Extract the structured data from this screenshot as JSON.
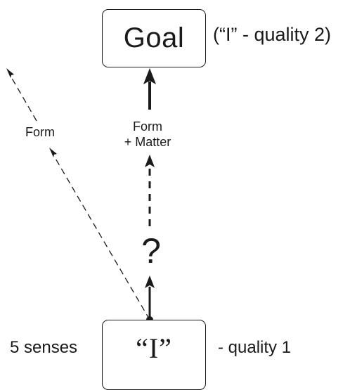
{
  "goal": {
    "title": "Goal",
    "note": "(“I”  - quality 2)"
  },
  "self": {
    "title": "“I”",
    "note": "- quality 1",
    "senses": "5 senses"
  },
  "arrows": {
    "left_label": "Form",
    "up_label_line1": "Form",
    "up_label_line2": "+ Matter",
    "question": "?"
  },
  "colors": {
    "ink": "#1a1a1a",
    "background": "#ffffff"
  }
}
